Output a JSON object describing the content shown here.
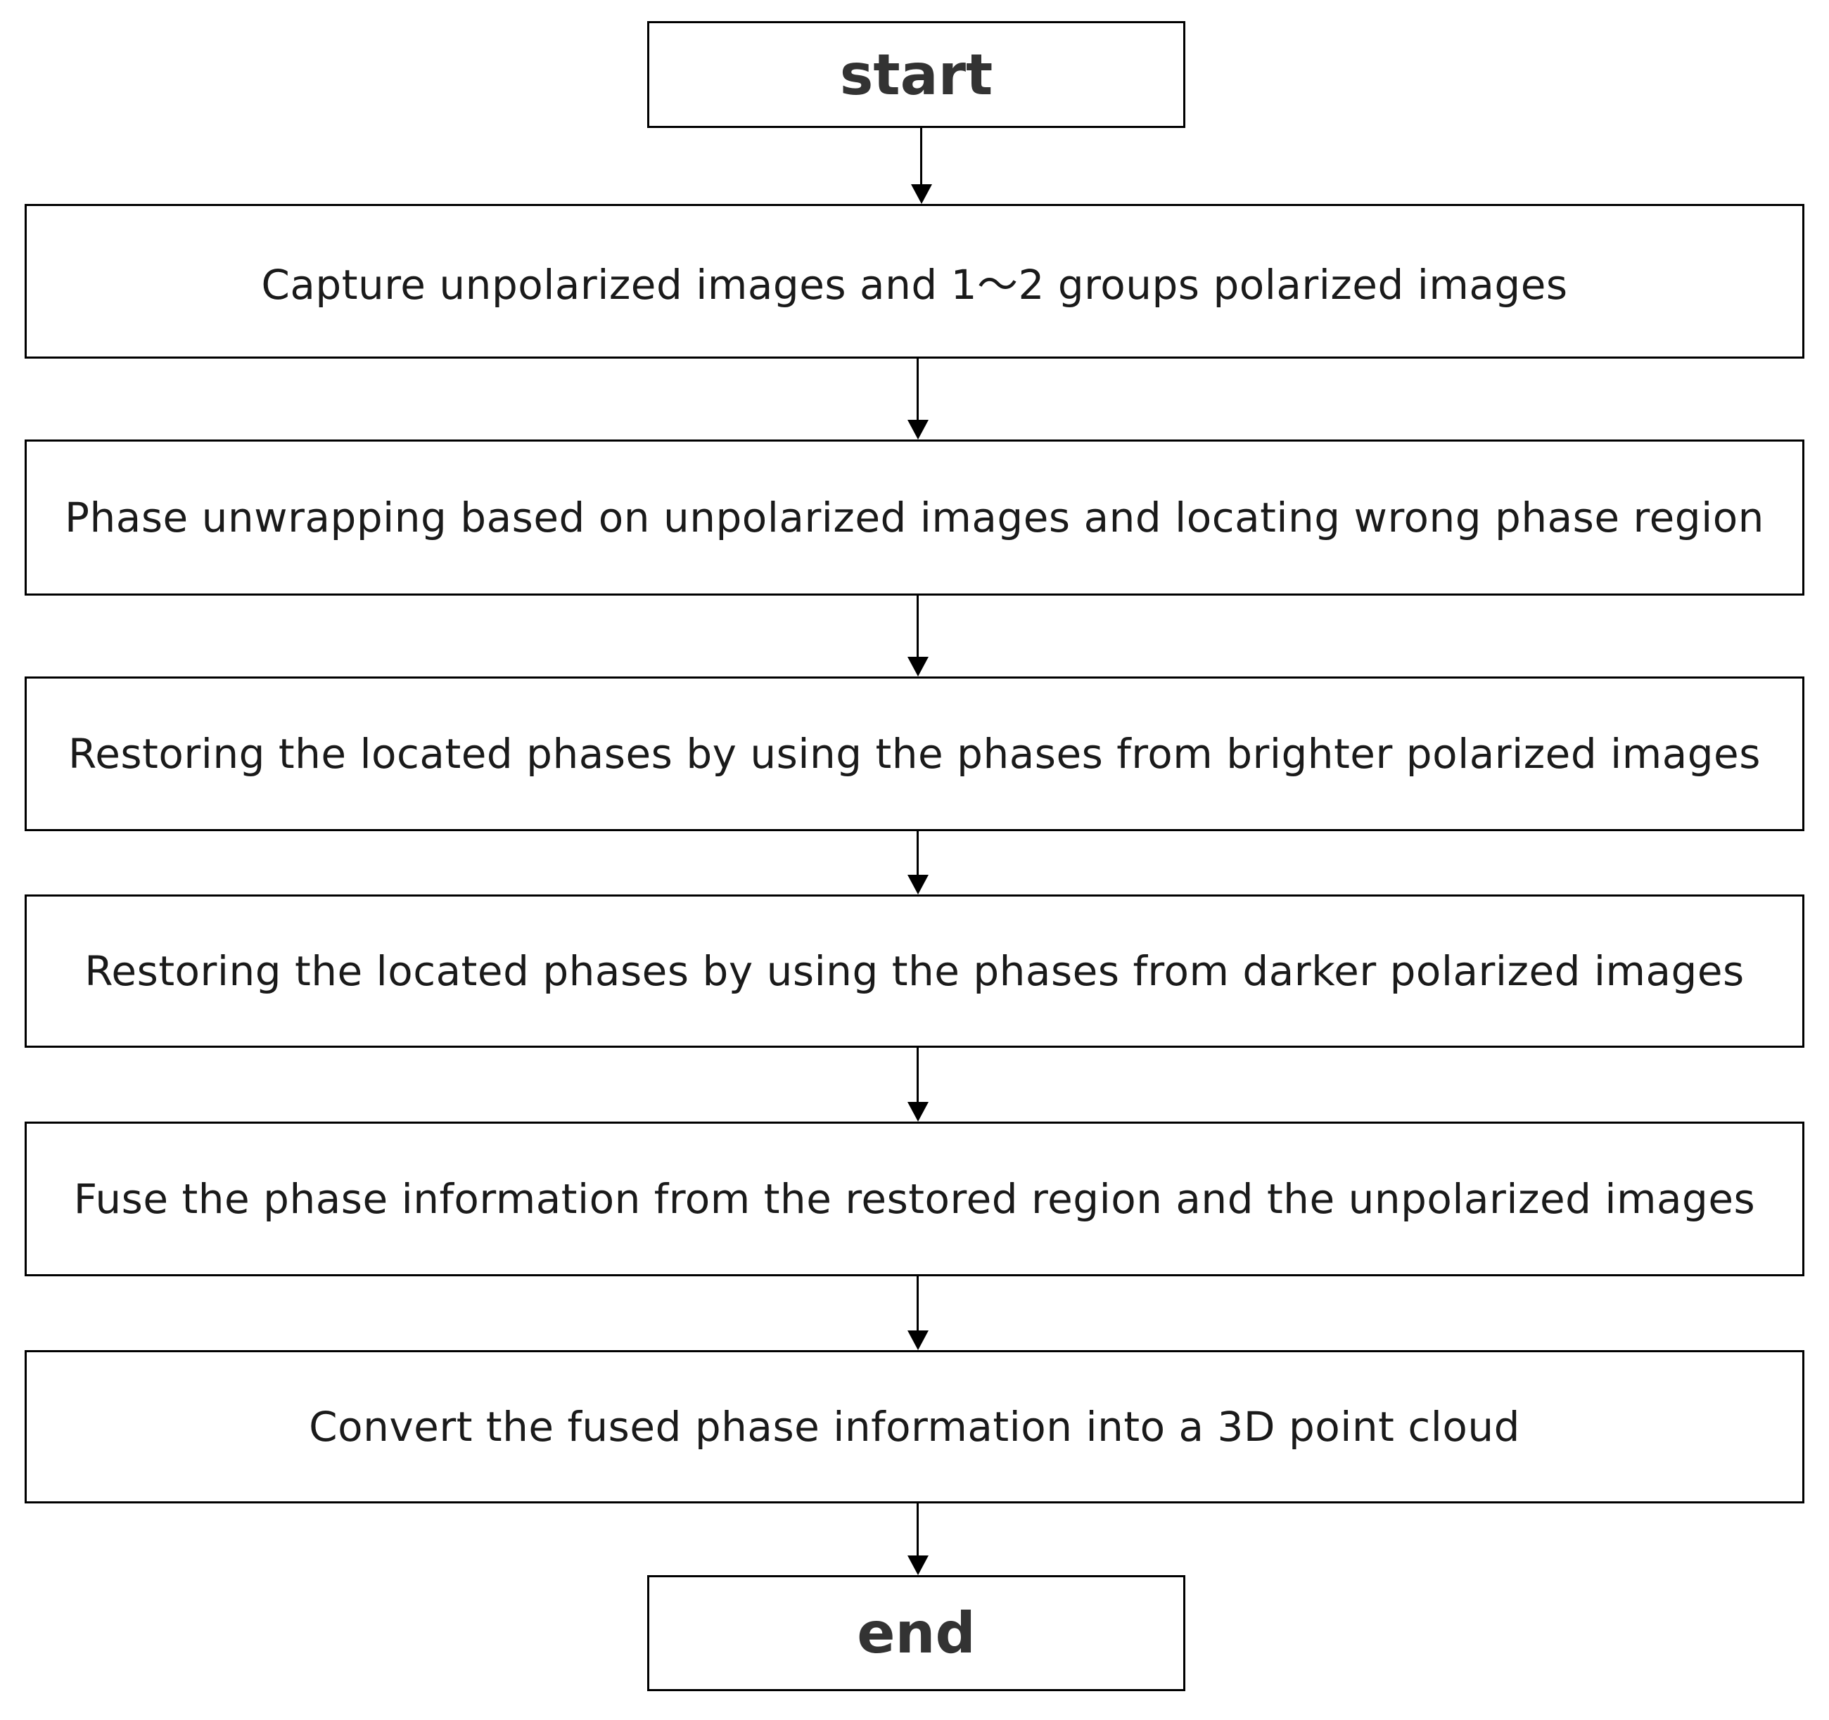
{
  "flowchart": {
    "start_label": "start",
    "steps": [
      "Capture unpolarized images and 1～2 groups  polarized images",
      "Phase unwrapping based on unpolarized images and locating wrong phase region",
      "Restoring the located phases by using the phases from brighter polarized images",
      "Restoring the located phases by using the phases from darker polarized images",
      "Fuse the phase information from the restored region and the unpolarized images",
      "Convert the fused phase information into a 3D point cloud"
    ],
    "end_label": "end"
  }
}
